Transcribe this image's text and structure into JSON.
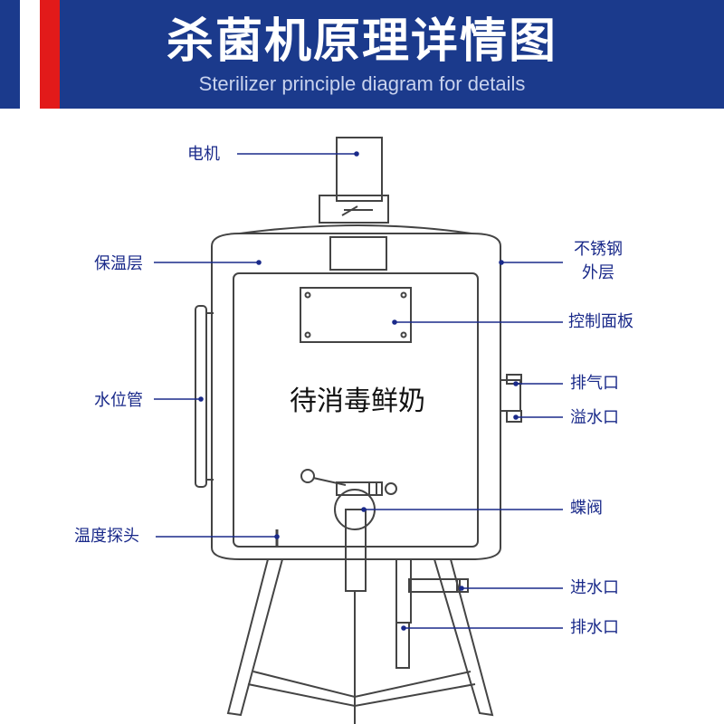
{
  "header": {
    "title": "杀菌机原理详情图",
    "subtitle": "Sterilizer principle diagram for details"
  },
  "labels": {
    "motor": "电机",
    "insulation": "保温层",
    "water_level_tube": "水位管",
    "temp_probe": "温度探头",
    "stainless_outer_1": "不锈钢",
    "stainless_outer_2": "外层",
    "control_panel": "控制面板",
    "vent": "排气口",
    "overflow": "溢水口",
    "butterfly_valve": "蝶阀",
    "water_inlet": "进水口",
    "water_outlet": "排水口"
  },
  "tank_text": "待消毒鲜奶",
  "colors": {
    "header_bg": "#1b3a8c",
    "accent_red": "#e21a1a",
    "label_text": "#1a2a8a",
    "leader_line": "#1a2a8a",
    "outline": "#444444"
  }
}
